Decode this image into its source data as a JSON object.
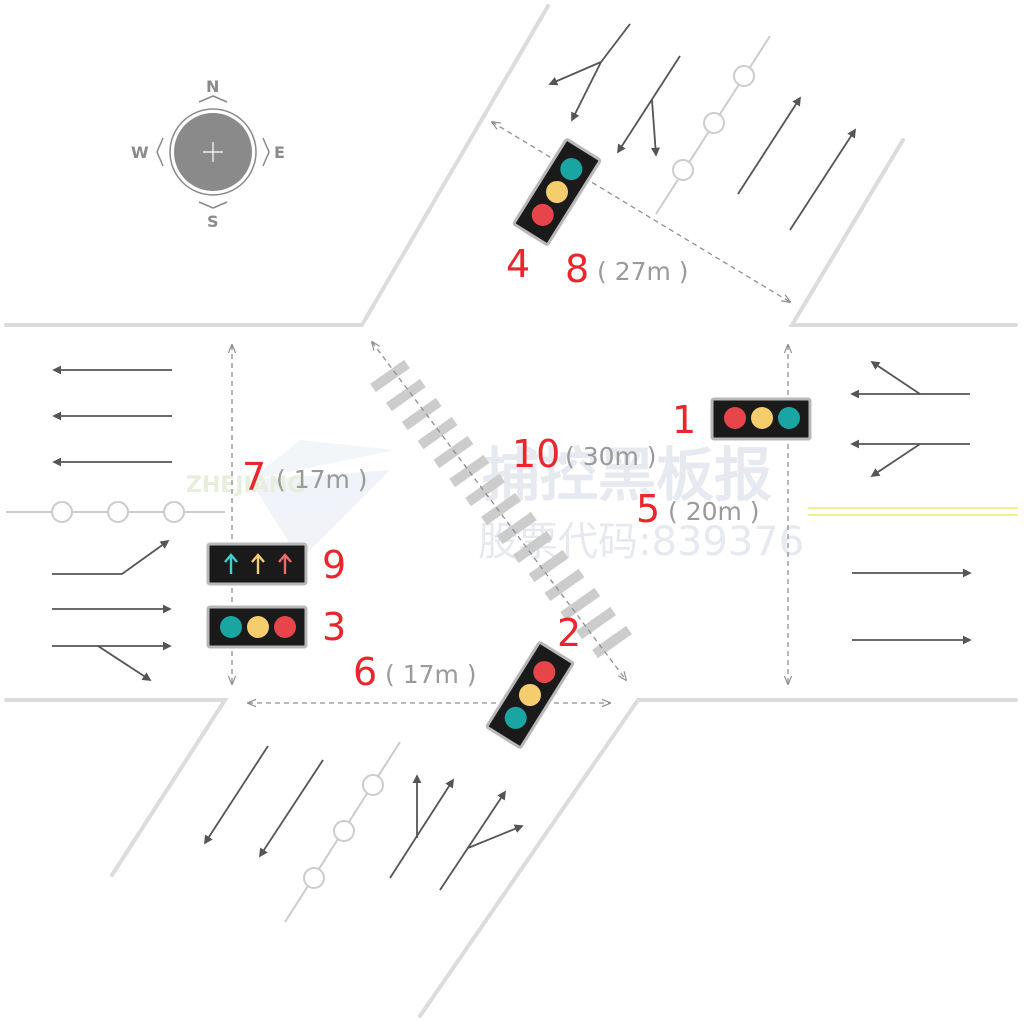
{
  "compass": {
    "north": "N",
    "south": "S",
    "east": "E",
    "west": "W"
  },
  "signals": [
    {
      "id": "signal-1",
      "number": "1",
      "lights": [
        "#e8454b",
        "#f5cd6d",
        "#19a6a3"
      ]
    },
    {
      "id": "signal-2",
      "number": "2",
      "lights": [
        "#e8454b",
        "#f5cd6d",
        "#19a6a3"
      ]
    },
    {
      "id": "signal-3",
      "number": "3",
      "lights": [
        "#19a6a3",
        "#f5cd6d",
        "#e8454b"
      ]
    },
    {
      "id": "signal-4",
      "number": "4",
      "lights": [
        "#19a6a3",
        "#f5cd6d",
        "#e8454b"
      ]
    },
    {
      "id": "signal-9",
      "number": "9",
      "arrow_colors": [
        "#3ad1cf",
        "#f5cd6d",
        "#f06a6a"
      ]
    }
  ],
  "distances": [
    {
      "number": "5",
      "distance": "( 20m )"
    },
    {
      "number": "6",
      "distance": "( 17m )"
    },
    {
      "number": "7",
      "distance": "( 17m )"
    },
    {
      "number": "8",
      "distance": "( 27m )"
    },
    {
      "number": "10",
      "distance": "( 30m )"
    }
  ],
  "watermark": {
    "brand": "ZHEJIANG",
    "title": "捕控黑板报",
    "code": "股票代码:839376"
  },
  "colors": {
    "road_edge": "#dcdcdc",
    "arrow": "#555555",
    "dim_line": "#9a9a9a",
    "number": "#e8262c",
    "center_line": "#f1ef8e",
    "signal_body": "#1a1a1a",
    "signal_border": "#b8b8b8"
  }
}
